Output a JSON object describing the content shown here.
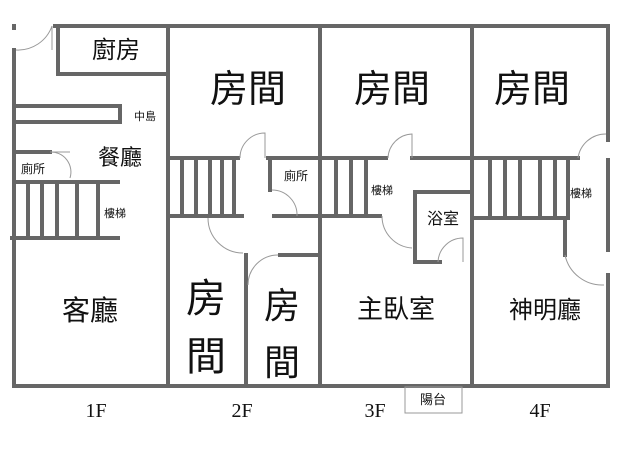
{
  "rooms": {
    "kitchen": "廚房",
    "island": "中島",
    "dining": "餐廳",
    "toilet_1f": "廁所",
    "stairs_1f": "樓梯",
    "living": "客廳",
    "room_2f_top": "房間",
    "toilet_2f": "廁所",
    "room_2f_left": "房\n間",
    "room_2f_right": "房\n間",
    "room_3f": "房間",
    "stairs_3f": "樓梯",
    "bath_3f": "浴室",
    "master": "主臥室",
    "room_4f": "房間",
    "stairs_4f": "樓梯",
    "shrine": "神明廳",
    "balcony": "陽台"
  },
  "floors": [
    "1F",
    "2F",
    "3F",
    "4F"
  ]
}
